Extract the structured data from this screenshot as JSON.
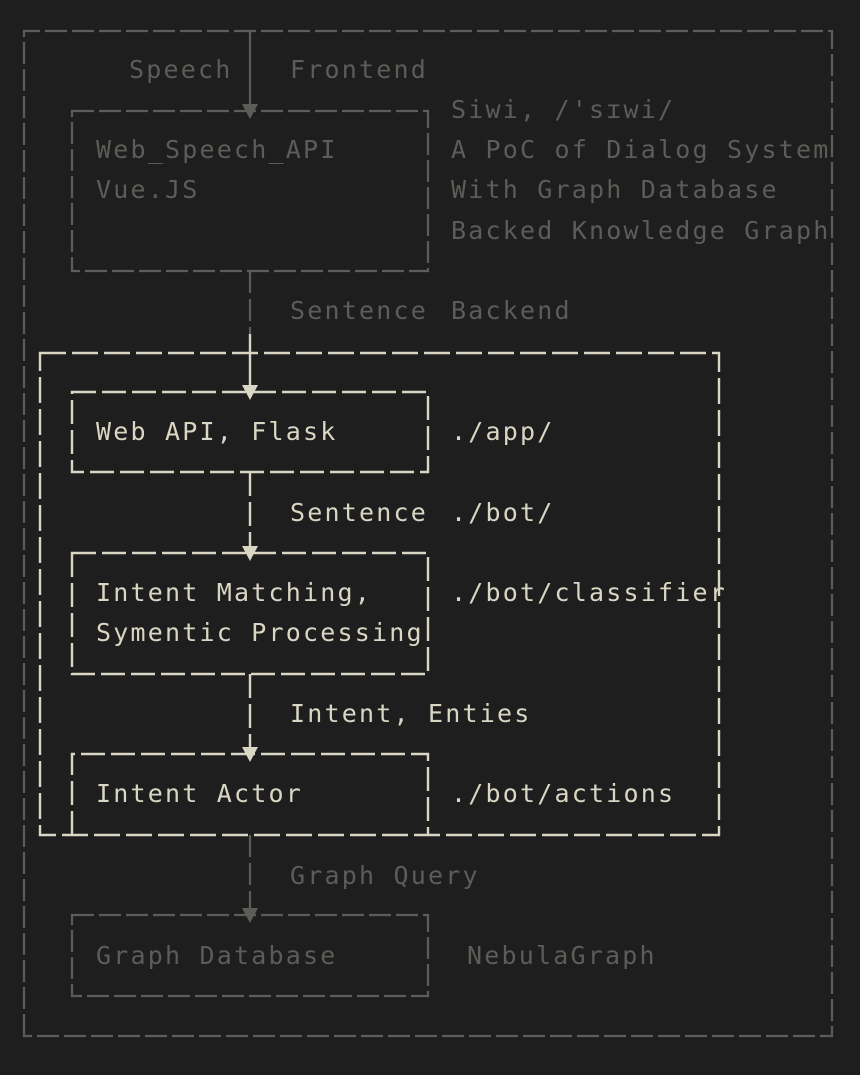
{
  "frontend": {
    "input_label": "Speech",
    "layer_label": "Frontend",
    "box_lines": [
      "Web_Speech_API",
      "Vue.JS"
    ],
    "description": [
      "Siwi, /'sɪwi/",
      "A PoC of Dialog System",
      "With Graph Database",
      "Backed Knowledge Graph"
    ]
  },
  "edge_sentence_backend": {
    "label": "Sentence",
    "layer_label": "Backend"
  },
  "web_api": {
    "box_line": "Web API, Flask",
    "path": "./app/"
  },
  "edge_sentence_bot": {
    "label": "Sentence",
    "path": "./bot/"
  },
  "intent_matching": {
    "box_lines": [
      "Intent Matching,",
      "Symentic Processing"
    ],
    "path": "./bot/classifier"
  },
  "edge_intent": {
    "label": "Intent, Enties"
  },
  "intent_actor": {
    "box_line": "Intent Actor",
    "path": "./bot/actions"
  },
  "edge_graph_query": {
    "label": "Graph Query"
  },
  "graph_db": {
    "box_line": "Graph Database",
    "label": "NebulaGraph"
  },
  "colors": {
    "background": "#1e1e1e",
    "dim": "#5c5c58",
    "bright": "#dad6c4"
  }
}
